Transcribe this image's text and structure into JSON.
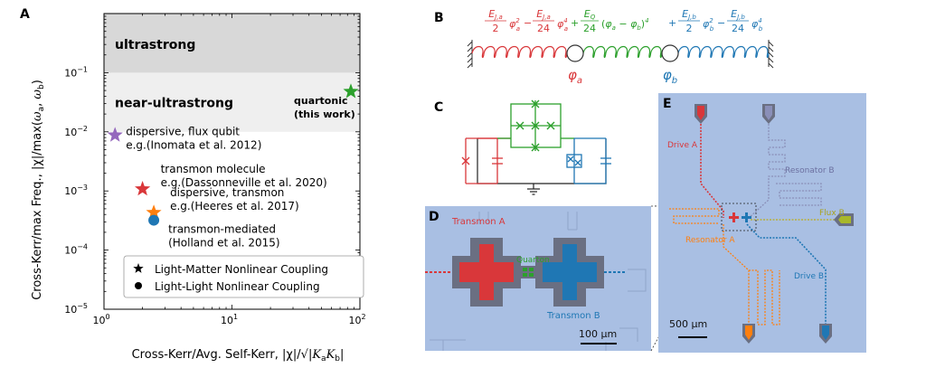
{
  "panels": {
    "a": {
      "letter": "A",
      "region_top": "ultrastrong",
      "region_mid": "near-ultrastrong",
      "quartonic_line1": "quartonic",
      "quartonic_line2": "(this work)",
      "legend": [
        {
          "marker": "star",
          "label": "Light-Matter Nonlinear Coupling"
        },
        {
          "marker": "circle",
          "label": "Light-Light Nonlinear Coupling"
        }
      ]
    },
    "b": {
      "letter": "B",
      "phi_a": "φa",
      "phi_b": "φb"
    },
    "c": {
      "letter": "C"
    },
    "d": {
      "letter": "D",
      "transmon_a": "Transmon A",
      "transmon_b": "Transmon B",
      "quarton": "Quarton",
      "scale": "100 μm"
    },
    "e": {
      "letter": "E",
      "drive_a": "Drive A",
      "drive_b": "Drive B",
      "resonator_a": "Resonator A",
      "resonator_b": "Resonator B",
      "flux_b": "Flux B",
      "scale": "500 μm"
    }
  },
  "colors": {
    "red": "#d9373a",
    "green": "#2ca02c",
    "blue": "#1f77b4",
    "purple": "#9467bd",
    "orange": "#ff7f0e",
    "chip_bg": "#a9bfe3"
  },
  "chart_data": {
    "type": "scatter",
    "xlabel": "Cross-Kerr/Avg. Self-Kerr, |χ|/√|KaKb|",
    "ylabel": "Cross-Kerr/max Freq., |χ|/max(ωa, ωb)",
    "x_scale": "log",
    "y_scale": "log",
    "xlim": [
      1,
      100
    ],
    "ylim": [
      1e-05,
      1
    ],
    "x_ticks": [
      {
        "value": 1,
        "label": "10^0"
      },
      {
        "value": 10,
        "label": "10^1"
      },
      {
        "value": 100,
        "label": "10^2"
      }
    ],
    "y_ticks": [
      {
        "value": 1e-05,
        "label": "10^-5"
      },
      {
        "value": 0.0001,
        "label": "10^-4"
      },
      {
        "value": 0.001,
        "label": "10^-3"
      },
      {
        "value": 0.01,
        "label": "10^-2"
      },
      {
        "value": 0.1,
        "label": "10^-1"
      }
    ],
    "series": [
      {
        "marker": "star",
        "color": "#2ca02c",
        "x": 85,
        "y": 0.048,
        "annotation": [
          "quartonic",
          "(this work)"
        ]
      },
      {
        "marker": "star",
        "color": "#9467bd",
        "x": 1.22,
        "y": 0.0088,
        "annotation": [
          "dispersive, flux qubit",
          "e.g.(Inomata et al. 2012)"
        ]
      },
      {
        "marker": "star",
        "color": "#d9373a",
        "x": 2.0,
        "y": 0.00108,
        "annotation": [
          "transmon molecule",
          "e.g.(Dassonneville et al. 2020)"
        ]
      },
      {
        "marker": "star",
        "color": "#ff7f0e",
        "x": 2.45,
        "y": 0.00043,
        "annotation": [
          "dispersive, transmon",
          "e.g.(Heeres et al. 2017)"
        ]
      },
      {
        "marker": "circle",
        "color": "#1f77b4",
        "x": 2.45,
        "y": 0.00032,
        "annotation": [
          "transmon-mediated",
          "(Holland et al. 2015)"
        ]
      }
    ],
    "regions": [
      {
        "label": "ultrastrong",
        "y_from": 0.1,
        "y_to": 1,
        "color": "#d8d8d8"
      },
      {
        "label": "near-ultrastrong",
        "y_from": 0.01,
        "y_to": 0.1,
        "color": "#efefef"
      }
    ]
  }
}
